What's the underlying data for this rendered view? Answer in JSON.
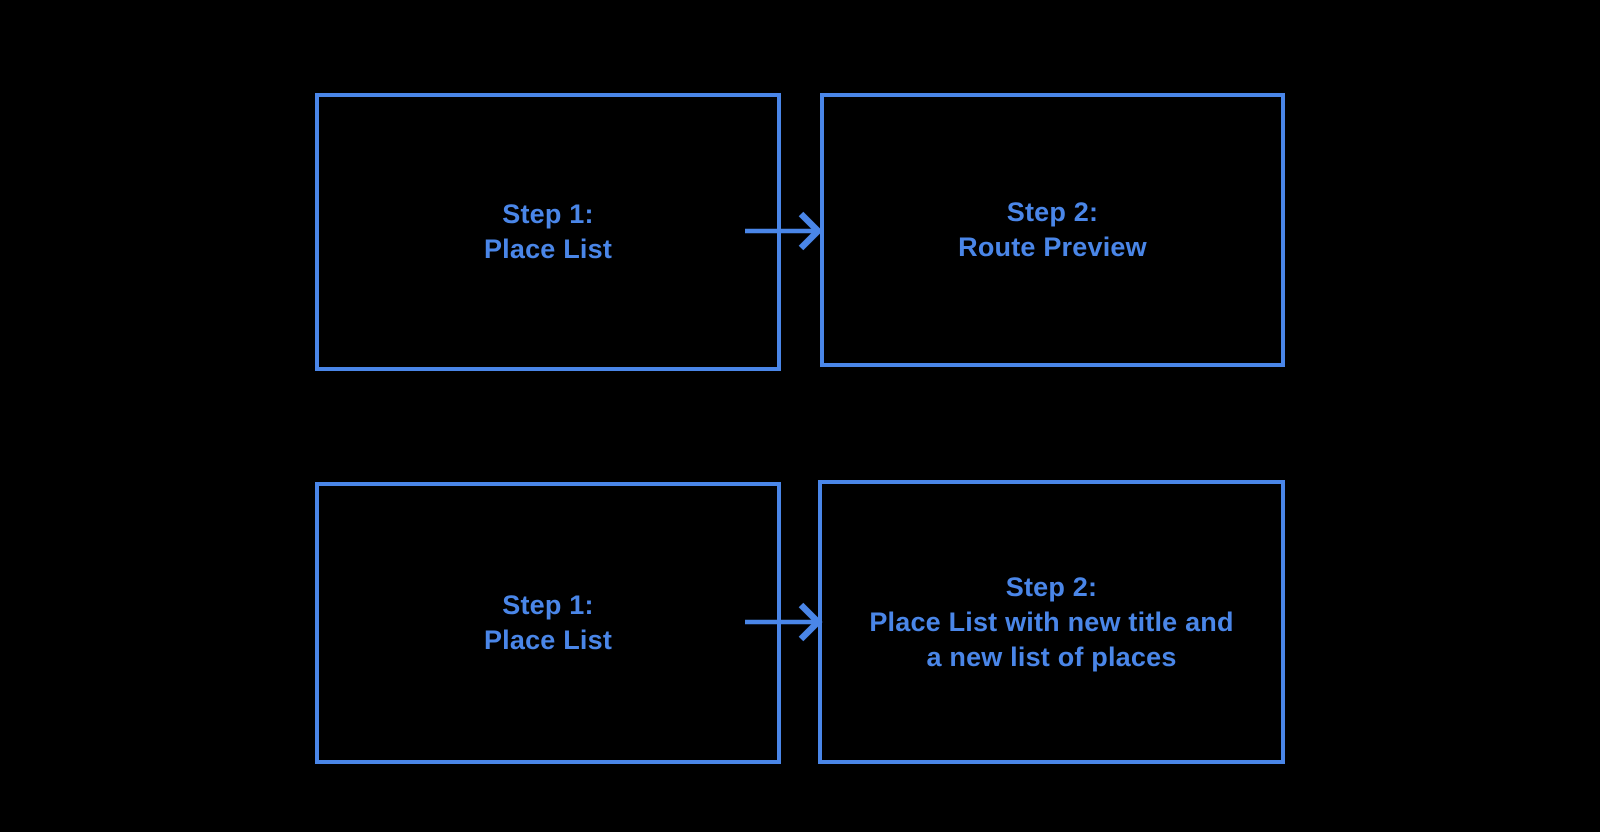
{
  "colors": {
    "accent": "#4a86e8",
    "background": "#000000"
  },
  "flow": {
    "rows": [
      {
        "source": {
          "lines": [
            "Step 1:",
            "Place List"
          ]
        },
        "target": {
          "lines": [
            "Step 2:",
            "Route Preview"
          ]
        }
      },
      {
        "source": {
          "lines": [
            "Step 1:",
            "Place List"
          ]
        },
        "target": {
          "lines": [
            "Step 2:",
            "Place List with new title and",
            "a new list of places"
          ]
        }
      }
    ]
  }
}
